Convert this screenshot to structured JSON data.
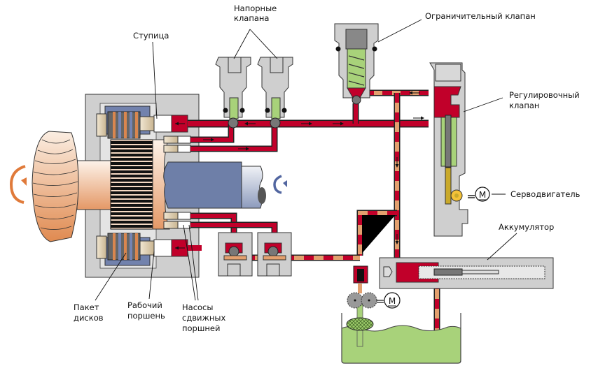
{
  "diagram": {
    "title": "Гидравлическая схема муфты полного привода",
    "colors": {
      "pressure_line": "#c1002a",
      "low_pressure_line": "#e3a06e",
      "housing": "#cfcfcf",
      "shaft": "#6e7fa8",
      "spring": "#a8d27a",
      "oil": "#a8d27a",
      "gear": "#e09060"
    },
    "labels": {
      "pressure_valves": [
        "Напорные",
        "клапана"
      ],
      "limit_valve": "Ограничительный клапан",
      "hub": "Ступица",
      "control_valve": [
        "Регулировочный",
        "клапан"
      ],
      "servo_motor": "Серводвигатель",
      "accumulator": "Аккумулятор",
      "disc_pack": [
        "Пакет",
        "дисков"
      ],
      "working_piston": [
        "Рабочий",
        "поршень"
      ],
      "stroke_piston_pumps": [
        "Насосы",
        "сдвижных",
        "поршней"
      ]
    },
    "motor_symbol": "M",
    "icons": {
      "rotation_left": "rotation-arrow-orange",
      "rotation_right": "rotation-arrow-blue"
    }
  }
}
